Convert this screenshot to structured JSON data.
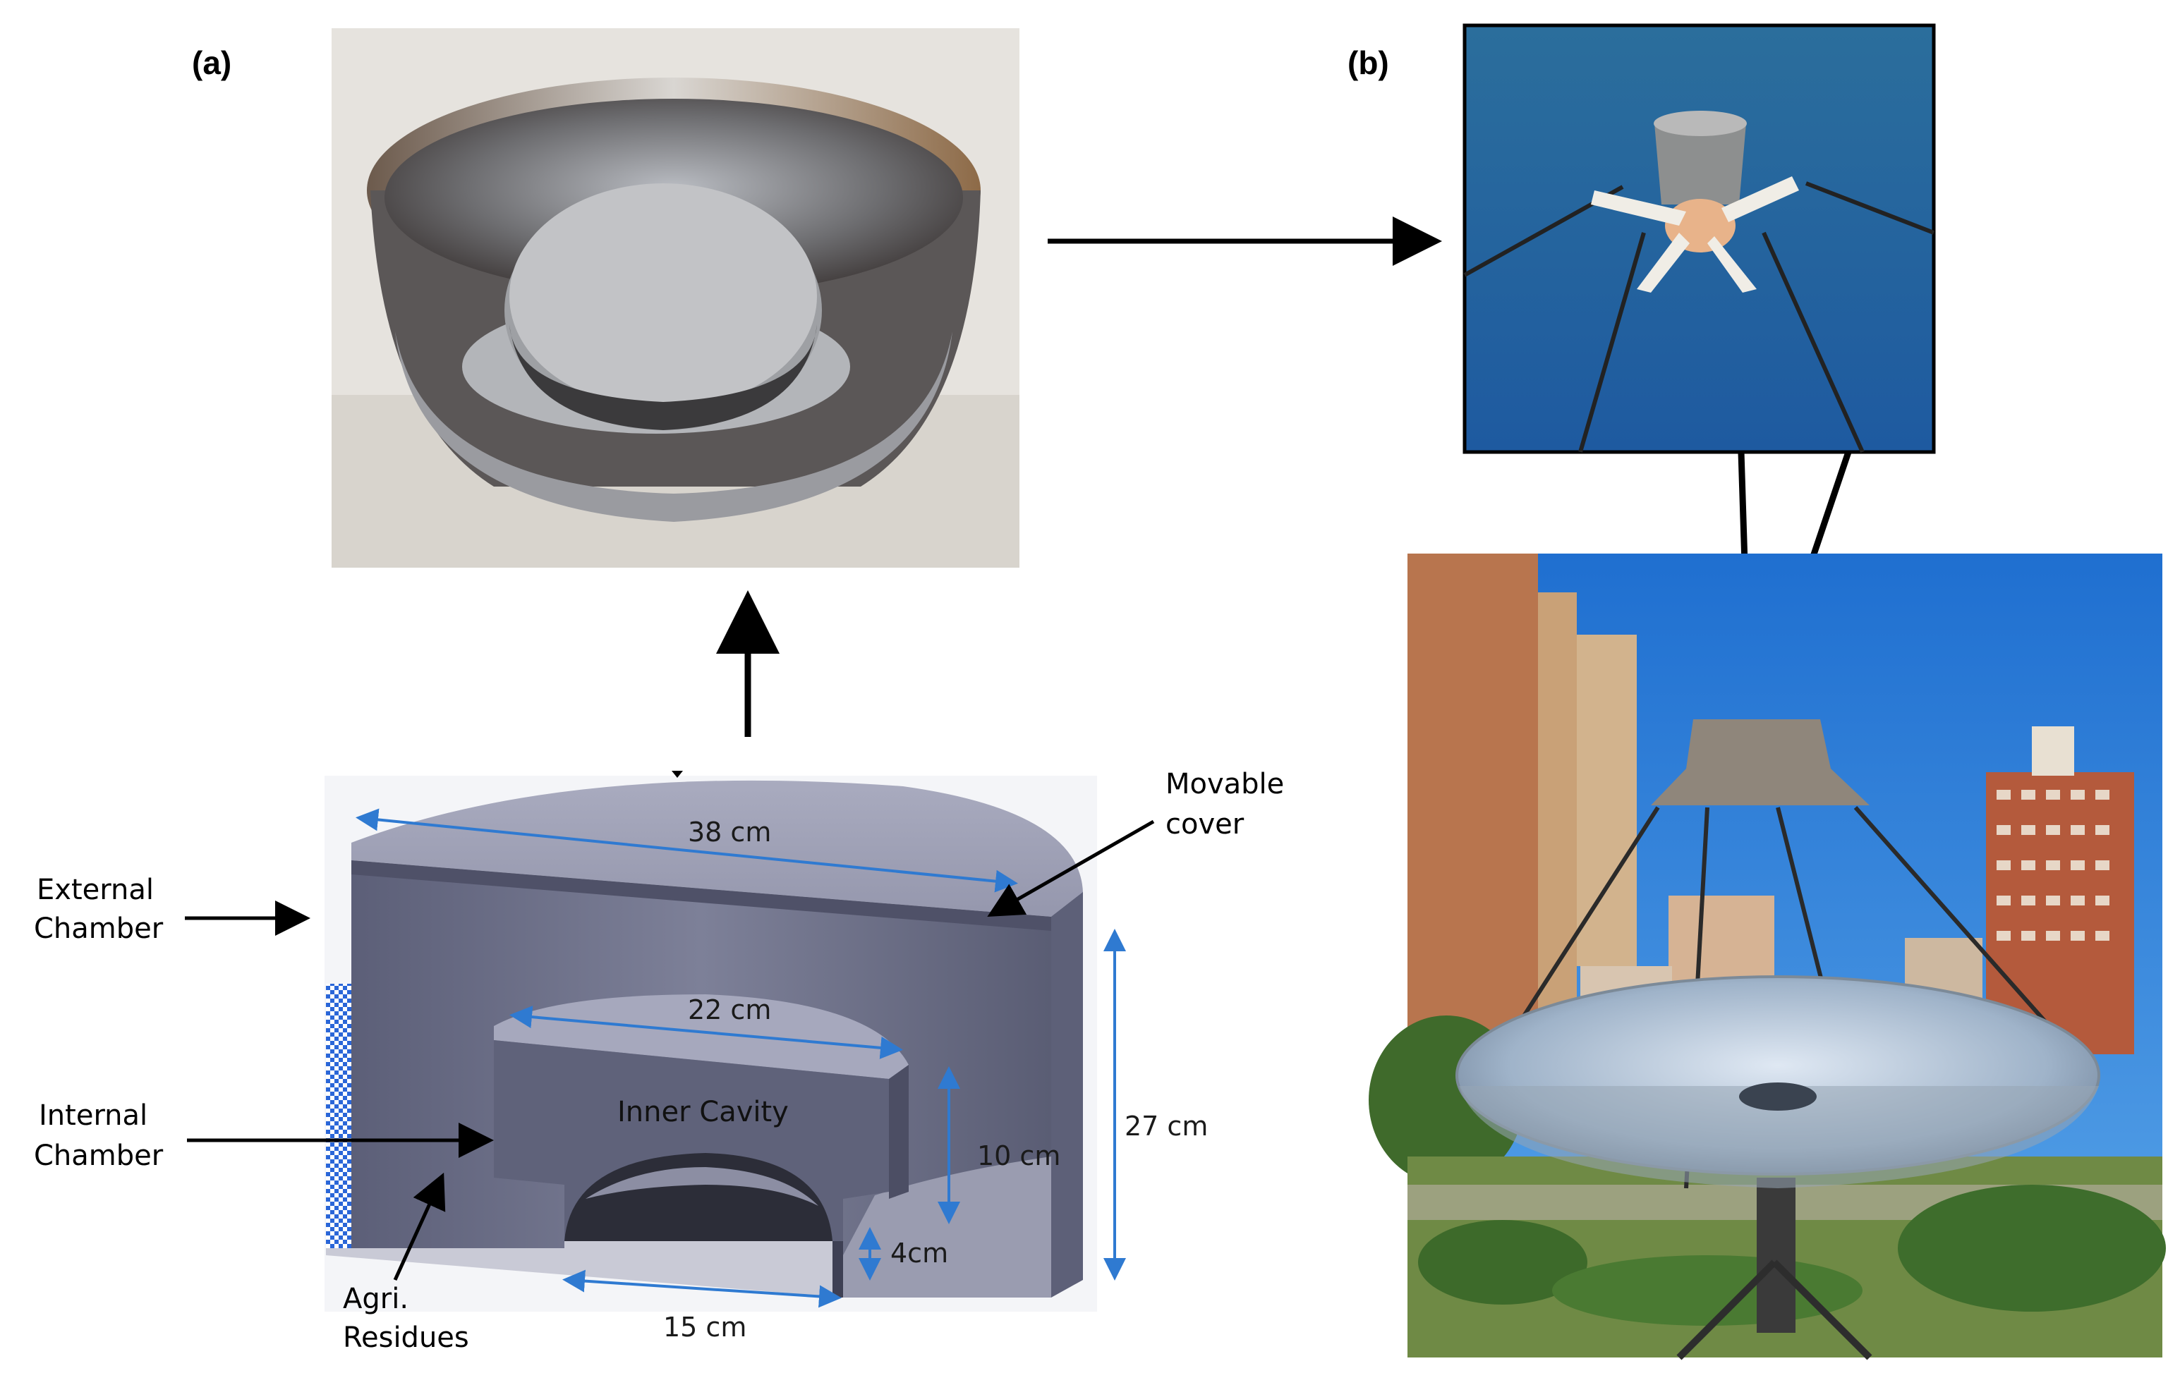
{
  "panels": {
    "a": "(a)",
    "b": "(b)"
  },
  "callouts": {
    "movable_cover": [
      "Movable",
      "cover"
    ],
    "external_chamber": [
      "External",
      "Chamber"
    ],
    "internal_chamber": [
      "Internal",
      "Chamber"
    ],
    "agri_residues": [
      "Agri.",
      "Residues"
    ]
  },
  "dimensions": {
    "outer_diameter": "38 cm",
    "inner_diameter": "22 cm",
    "inner_height": "10 cm",
    "outer_height": "27 cm",
    "bottom_gap": "4cm",
    "opening_diameter": "15 cm"
  },
  "cavity_label": "Inner Cavity",
  "colors": {
    "dimension_line": "#2f7ad1",
    "body_grey": "#6e7189",
    "checker_blue": "#2a66d8",
    "sky": "#2f7fd6"
  }
}
